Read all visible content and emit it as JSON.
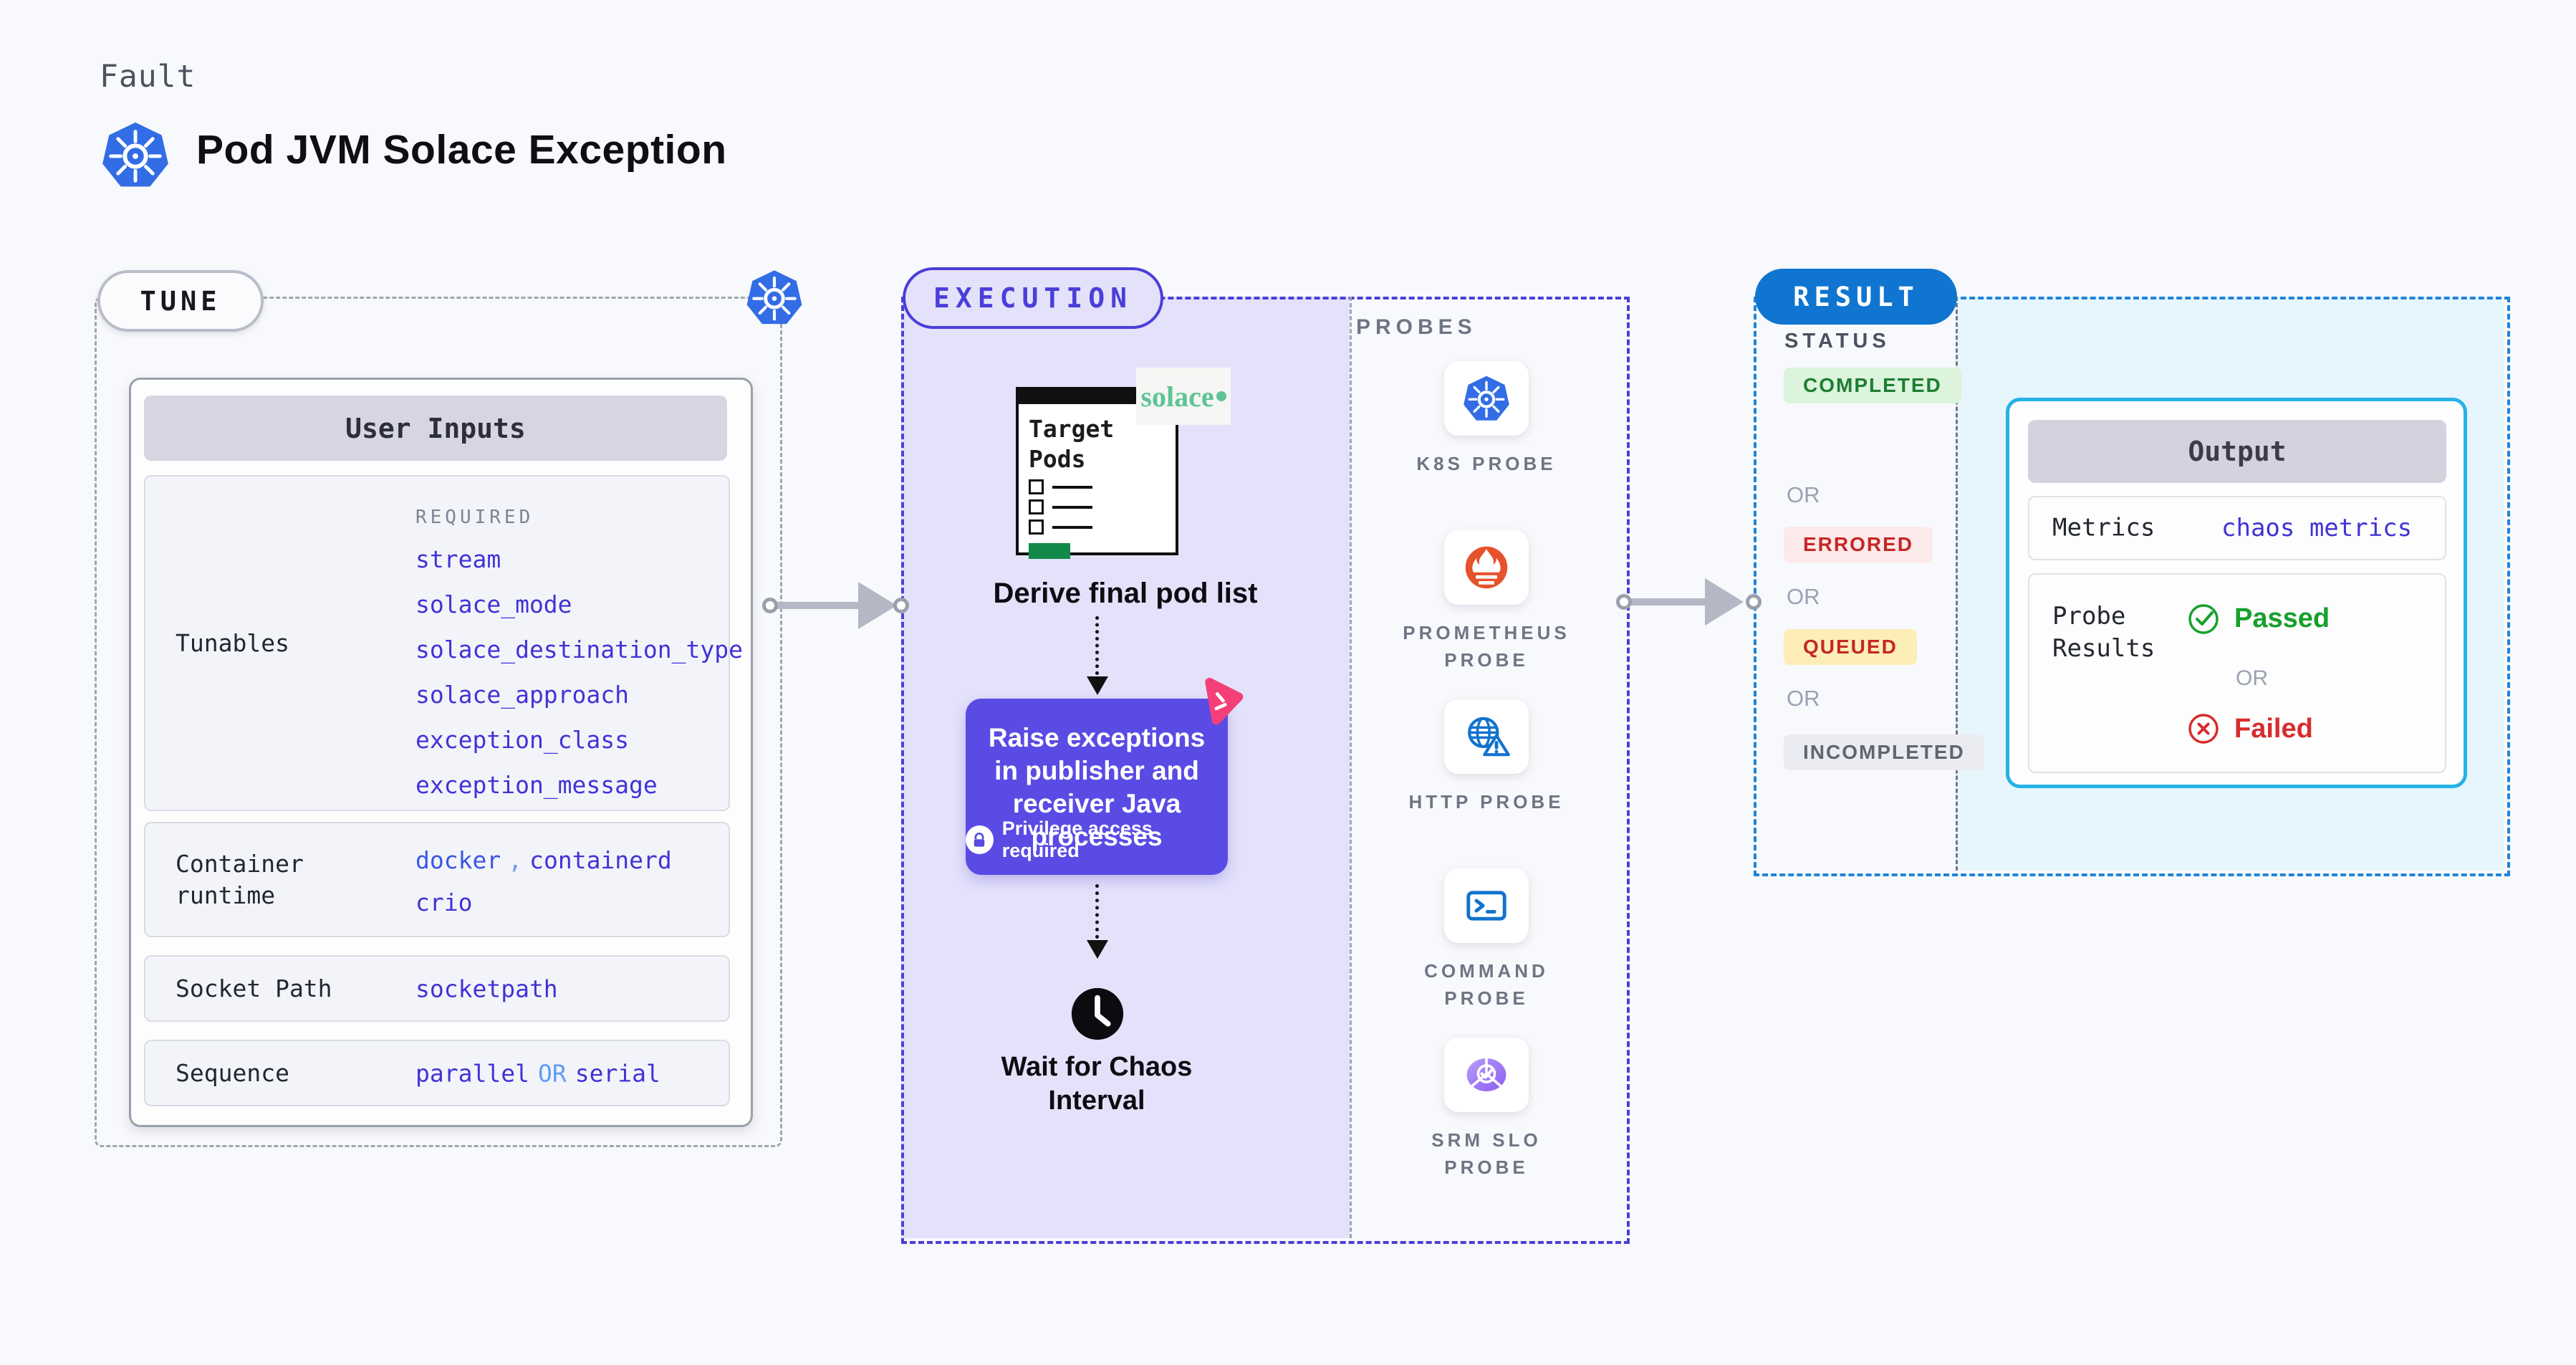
{
  "colors": {
    "gray-dash": "#a0a5b1",
    "accent-indigo": "#4a3fd8",
    "lavender": "#e4e1fb",
    "value-indigo": "#4033d6",
    "docker-blue": "#3b55e6",
    "comma-blue": "#6b9bf2",
    "or-blue": "#5f9df5",
    "result-blue": "#0f75d0",
    "result-dash": "#1e84da",
    "cyan-border": "#27b2e5",
    "cyan-fill": "#e7f5fc",
    "green-bg": "#dcf3dc",
    "green-text": "#1d7d31",
    "red-bg": "#fce9e9",
    "red-text": "#c42727",
    "queued-bg": "#fdeeb8",
    "neutral-bg": "#eaecf2",
    "neutral-text": "#5f6673",
    "passed-green": "#16a02c",
    "failed-red": "#d92b2b",
    "purple-box": "#5a4be4",
    "pink-icon": "#f43f78",
    "solace-green": "#5ec495",
    "prometheus-orange": "#e6522c",
    "k8s-blue": "#326de6",
    "probe-blue": "#1273ce"
  },
  "header": {
    "eyebrow": "Fault",
    "title": "Pod JVM Solace Exception"
  },
  "tune": {
    "badge": "TUNE",
    "card_title": "User Inputs",
    "tunables": {
      "label": "Tunables",
      "required_label": "REQUIRED",
      "values": [
        "stream",
        "solace_mode",
        "solace_destination_type",
        "solace_approach",
        "exception_class",
        "exception_message"
      ]
    },
    "container_runtime": {
      "label": "Container runtime",
      "values": [
        "docker",
        "containerd",
        "crio"
      ],
      "separator": ","
    },
    "socket_path": {
      "label": "Socket Path",
      "value": "socketpath"
    },
    "sequence": {
      "label": "Sequence",
      "value_1": "parallel",
      "or": "OR",
      "value_2": "serial"
    }
  },
  "execution": {
    "badge": "EXECUTION",
    "target_window_title": "Target Pods",
    "solace_logo": "solace",
    "step_derive": "Derive final pod list",
    "step_inject": "Raise exceptions in publisher and receiver Java processes",
    "step_inject_note": "Privilege access required",
    "step_wait": "Wait for Chaos Interval"
  },
  "probes": {
    "label": "PROBES",
    "items": [
      {
        "icon": "kubernetes-icon",
        "label": "K8S PROBE"
      },
      {
        "icon": "prometheus-icon",
        "label": "PROMETHEUS PROBE"
      },
      {
        "icon": "http-globe-icon",
        "label": "HTTP PROBE"
      },
      {
        "icon": "terminal-icon",
        "label": "COMMAND PROBE"
      },
      {
        "icon": "slo-gauge-icon",
        "label": "SRM SLO PROBE"
      }
    ]
  },
  "result": {
    "badge": "RESULT",
    "status": {
      "label": "STATUS",
      "or": "OR",
      "items": [
        {
          "label": "COMPLETED",
          "variant": "green"
        },
        {
          "label": "ERRORED",
          "variant": "red"
        },
        {
          "label": "QUEUED",
          "variant": "yellow"
        },
        {
          "label": "INCOMPLETED",
          "variant": "neutral"
        }
      ]
    },
    "output": {
      "title": "Output",
      "metrics_label": "Metrics",
      "metrics_value": "chaos metrics",
      "probe_results_label": "Probe Results",
      "passed": "Passed",
      "or": "OR",
      "failed": "Failed"
    }
  }
}
